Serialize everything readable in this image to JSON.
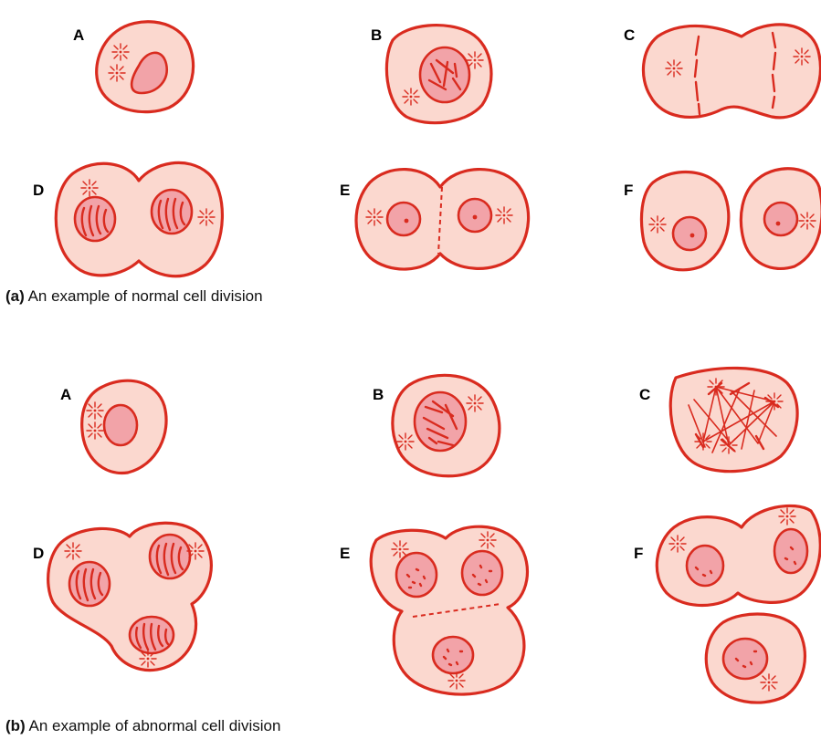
{
  "panels": {
    "normal": {
      "caption_prefix": "(a)",
      "caption_text": " An example of normal cell division",
      "labels": [
        "A",
        "B",
        "C",
        "D",
        "E",
        "F"
      ]
    },
    "abnormal": {
      "caption_prefix": "(b)",
      "caption_text": " An example of abnormal cell division",
      "labels": [
        "A",
        "B",
        "C",
        "D",
        "E",
        "F"
      ]
    }
  },
  "colors": {
    "cytoplasm": "#fbd8cf",
    "outline": "#d92b1f",
    "nucleus": "#f2a3a8"
  }
}
